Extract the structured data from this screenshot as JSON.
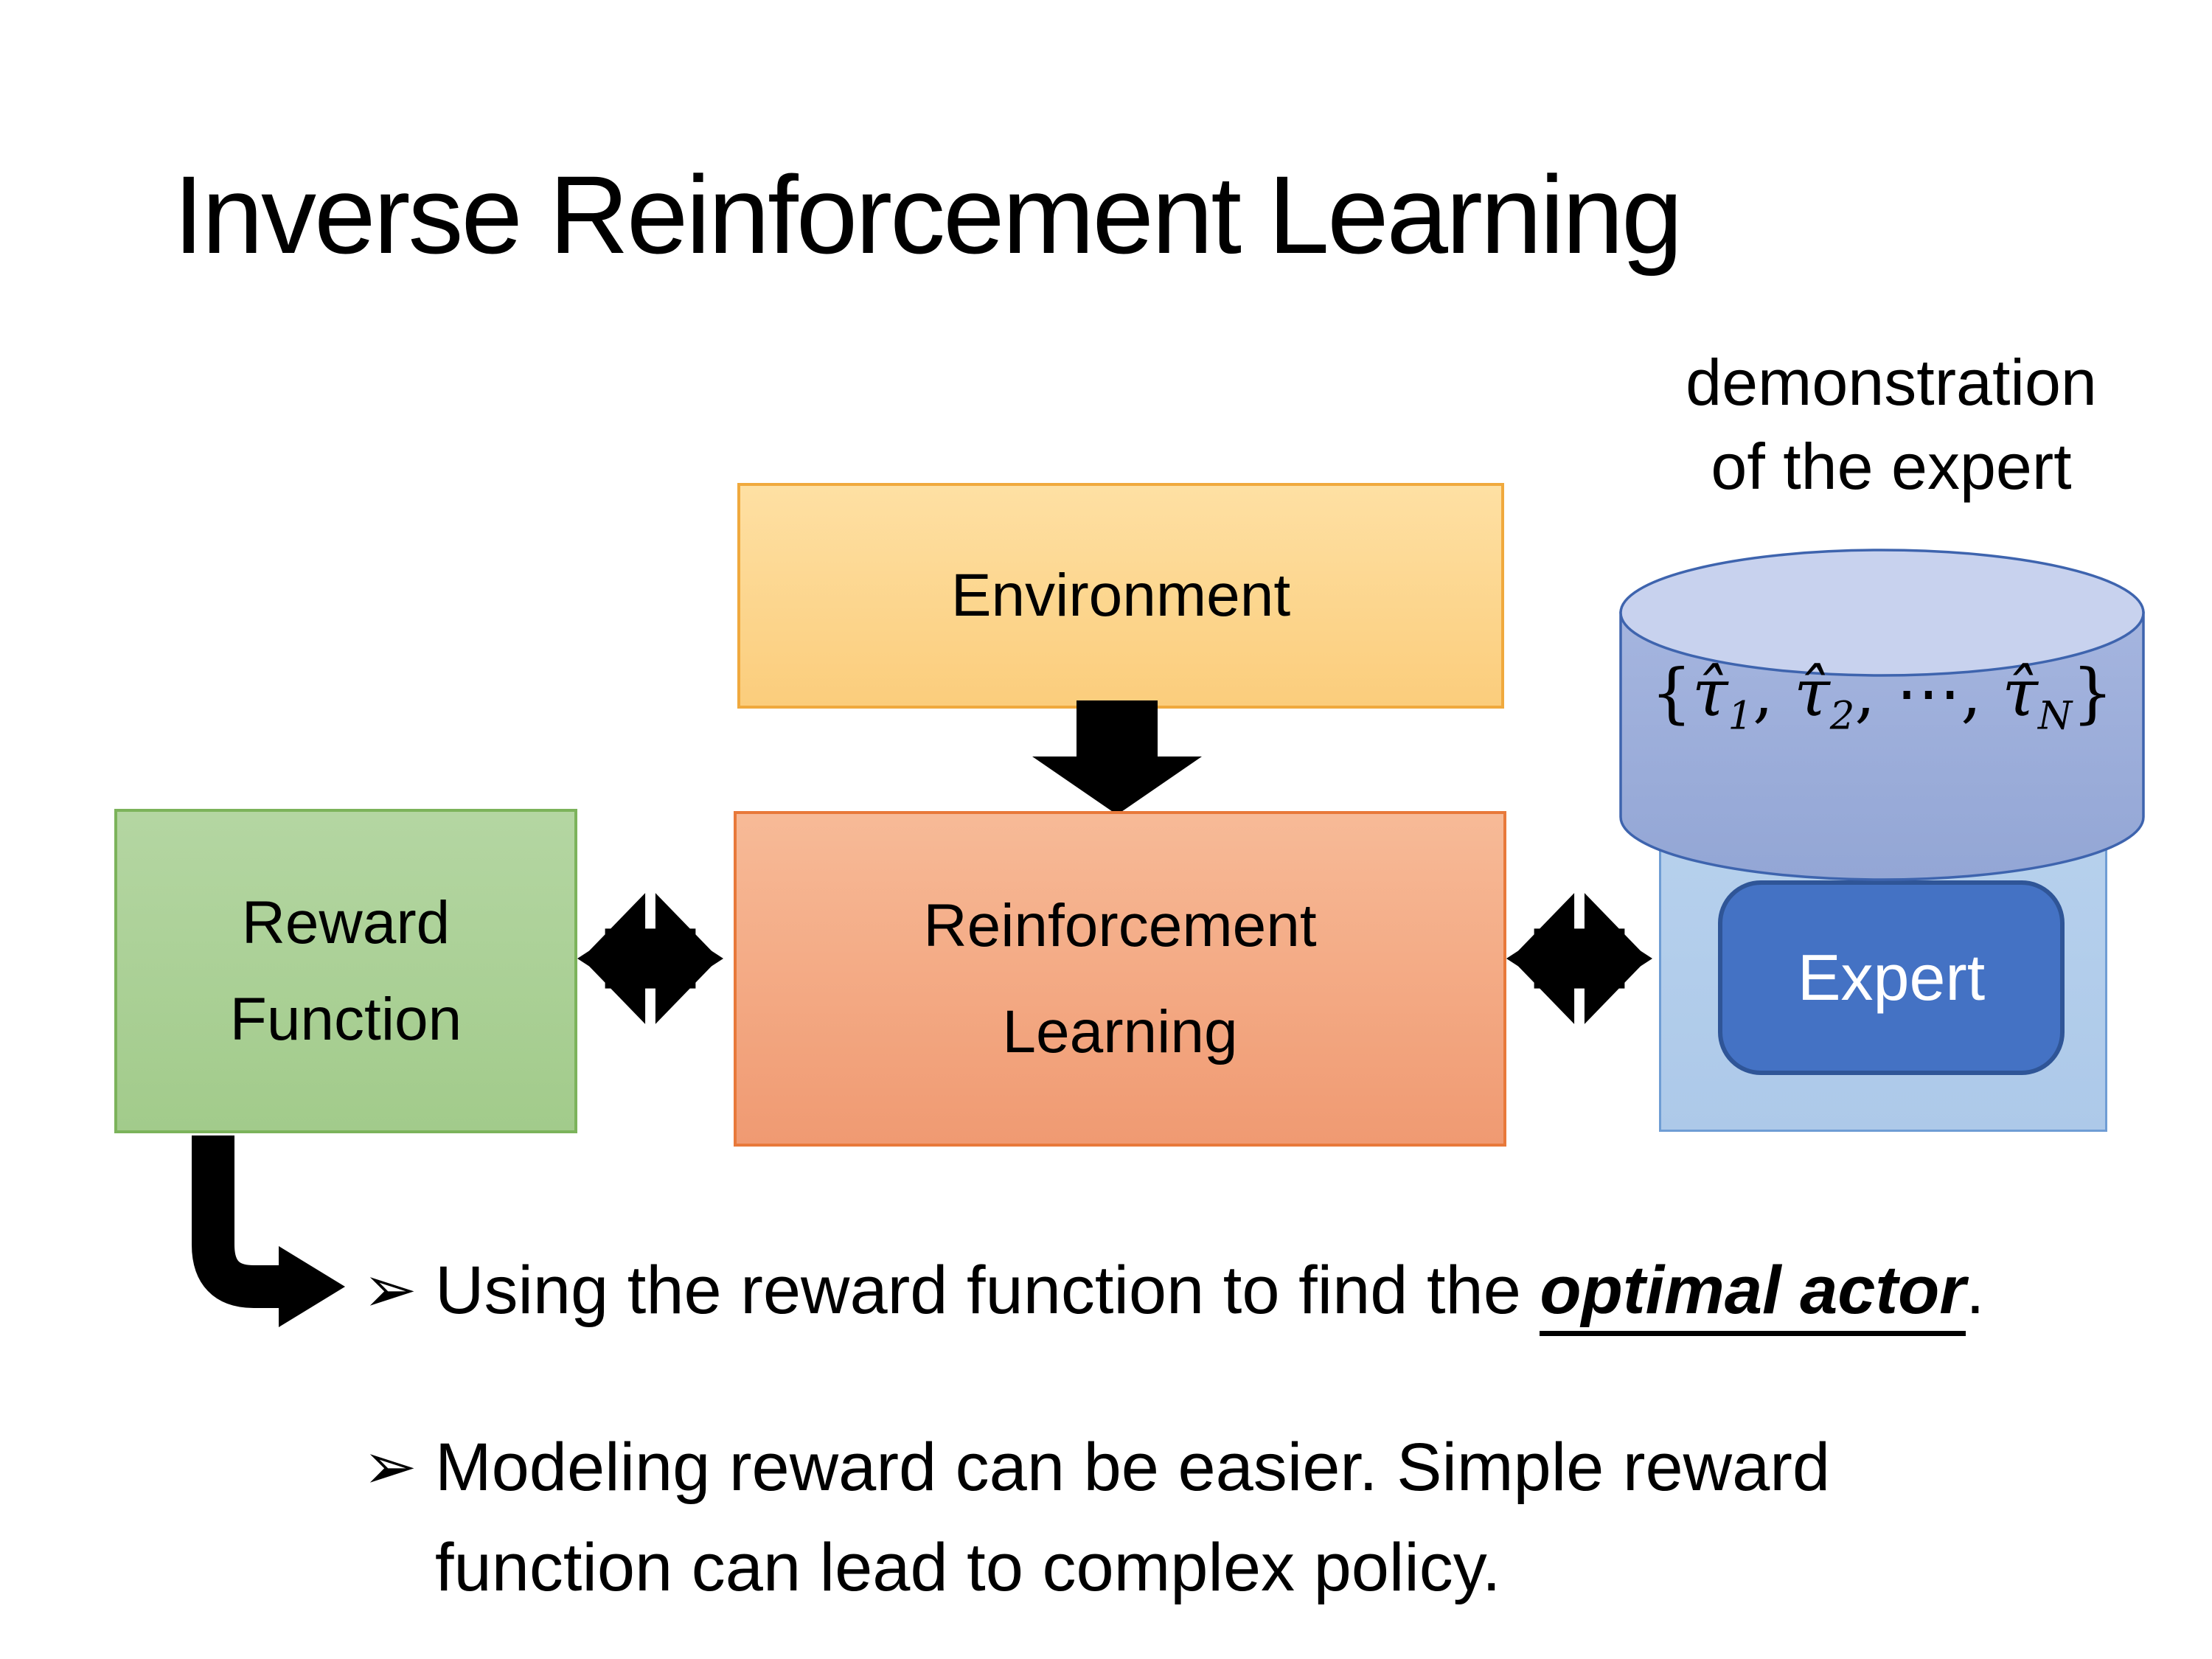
{
  "title": "Inverse Reinforcement Learning",
  "annotation": {
    "line1": "demonstration",
    "line2": "of the expert"
  },
  "boxes": {
    "environment": {
      "label": "Environment"
    },
    "reward": {
      "line1": "Reward",
      "line2": "Function"
    },
    "rl": {
      "line1": "Reinforcement",
      "line2": "Learning"
    },
    "expert": {
      "label": "Expert"
    }
  },
  "formula": {
    "open": "{",
    "tau1": "τ̂",
    "sub1": "1",
    "comma1": ", ",
    "tau2": "τ̂",
    "sub2": "2",
    "comma2": ", ",
    "dots": "⋯",
    "comma3": ", ",
    "tauN": "τ̂",
    "subN": "N",
    "close": "}"
  },
  "bullets": {
    "marker": "➢",
    "item1": {
      "prefix": "Using the reward function to find the ",
      "emphasis": "optimal actor",
      "suffix": "."
    },
    "item2": {
      "line1": "Modeling reward can be easier. Simple reward",
      "line2": "function can lead to complex policy."
    }
  },
  "icons": {
    "down_arrow": "down-arrow",
    "exchange_arrow": "exchange-double-arrow",
    "elbow_arrow": "elbow-right-arrow"
  },
  "colors": {
    "ink": "#000000",
    "background": "#ffffff",
    "env_fill_top": "#FEE0A3",
    "env_fill_bottom": "#FBCD7C",
    "env_border": "#F0A93D",
    "reward_fill_top": "#B4D6A2",
    "reward_fill_bottom": "#A2CB8B",
    "reward_border": "#7CB35B",
    "rl_fill_top": "#F7BA97",
    "rl_fill_bottom": "#F09A72",
    "rl_border": "#E8793A",
    "cyl_body": "#93A6D5",
    "cyl_body_light": "#A5B5DF",
    "cyl_top": "#C8D2EE",
    "cyl_border": "#3E64AE",
    "panel_fill_top": "#B7D1ED",
    "panel_fill_bottom": "#ADC9E9",
    "panel_border": "#6F9DD4",
    "expert_fill": "#4472C4",
    "expert_border": "#2F5597",
    "expert_text": "#FFFFFF"
  }
}
